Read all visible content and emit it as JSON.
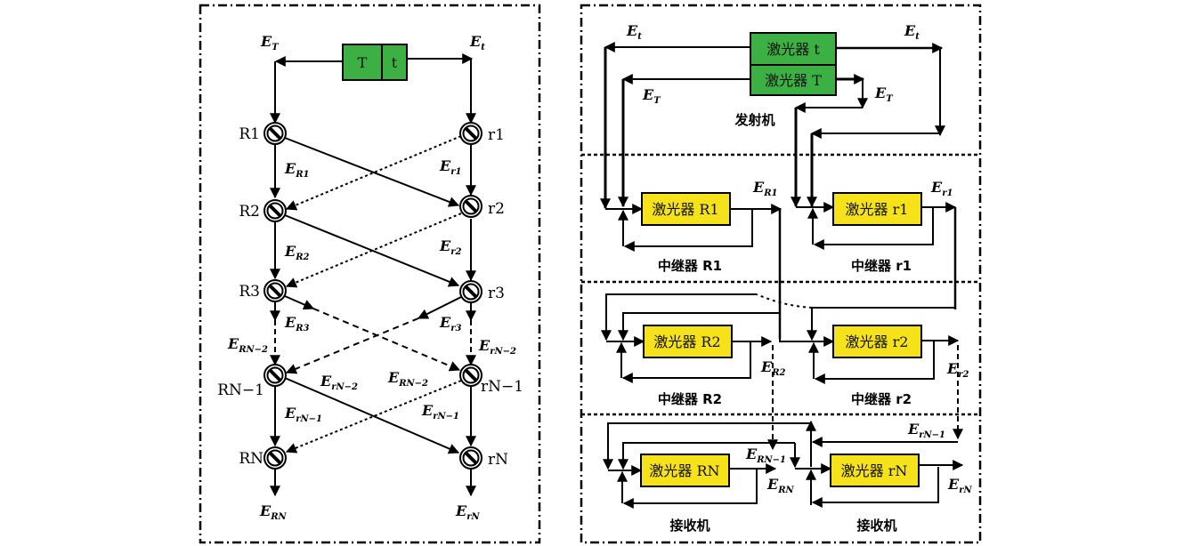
{
  "colors": {
    "transmitter_fill": "#3cb043",
    "laser_fill": "#f5e21b",
    "stroke": "#000000"
  },
  "left_panel": {
    "transmitter": {
      "left_label": "T",
      "right_label": "t"
    },
    "top_outputs": {
      "left": "E_T",
      "right": "E_t"
    },
    "left_nodes": [
      "R1",
      "R2",
      "R3",
      "RN−1",
      "RN"
    ],
    "right_nodes": [
      "r1",
      "r2",
      "r3",
      "rN−1",
      "rN"
    ],
    "field_labels": {
      "ER1": "E_R1",
      "Er1": "E_r1",
      "ER2": "E_R2",
      "Er2": "E_r2",
      "ER3": "E_R3",
      "Er3": "E_r3",
      "ERN2_left": "E_RN−2",
      "ErN2_right": "E_rN−2",
      "ErN2_mid": "E_rN−2",
      "ERN2_mid": "E_RN−2",
      "ErN1_left": "E_rN−1",
      "ErN1_right": "E_rN−1",
      "ERN": "E_RN",
      "ErN": "E_rN"
    }
  },
  "right_panel": {
    "transmitter": {
      "laser_t": "激光器 t",
      "laser_T": "激光器 T",
      "caption": "发射机",
      "labels": {
        "Et_left": "E_t",
        "Et_right": "E_t",
        "ET_left": "E_T",
        "ET_right": "E_T"
      }
    },
    "repeater_1": {
      "laser_R": "激光器 R1",
      "laser_r": "激光器 r1",
      "caption_R": "中继器 R1",
      "caption_r": "中继器 r1",
      "labels": {
        "ER": "E_R1",
        "Er": "E_r1"
      }
    },
    "repeater_2": {
      "laser_R": "激光器 R2",
      "laser_r": "激光器 r2",
      "caption_R": "中继器 R2",
      "caption_r": "中继器 r2",
      "labels": {
        "ER": "E_R2",
        "Er": "E_r2"
      }
    },
    "receiver": {
      "laser_R": "激光器 RN",
      "laser_r": "激光器 rN",
      "caption_R": "接收机",
      "caption_r": "接收机",
      "labels": {
        "ERN1": "E_RN−1",
        "ErN1": "E_rN−1",
        "ERN": "E_RN",
        "ErN": "E_rN"
      }
    }
  }
}
